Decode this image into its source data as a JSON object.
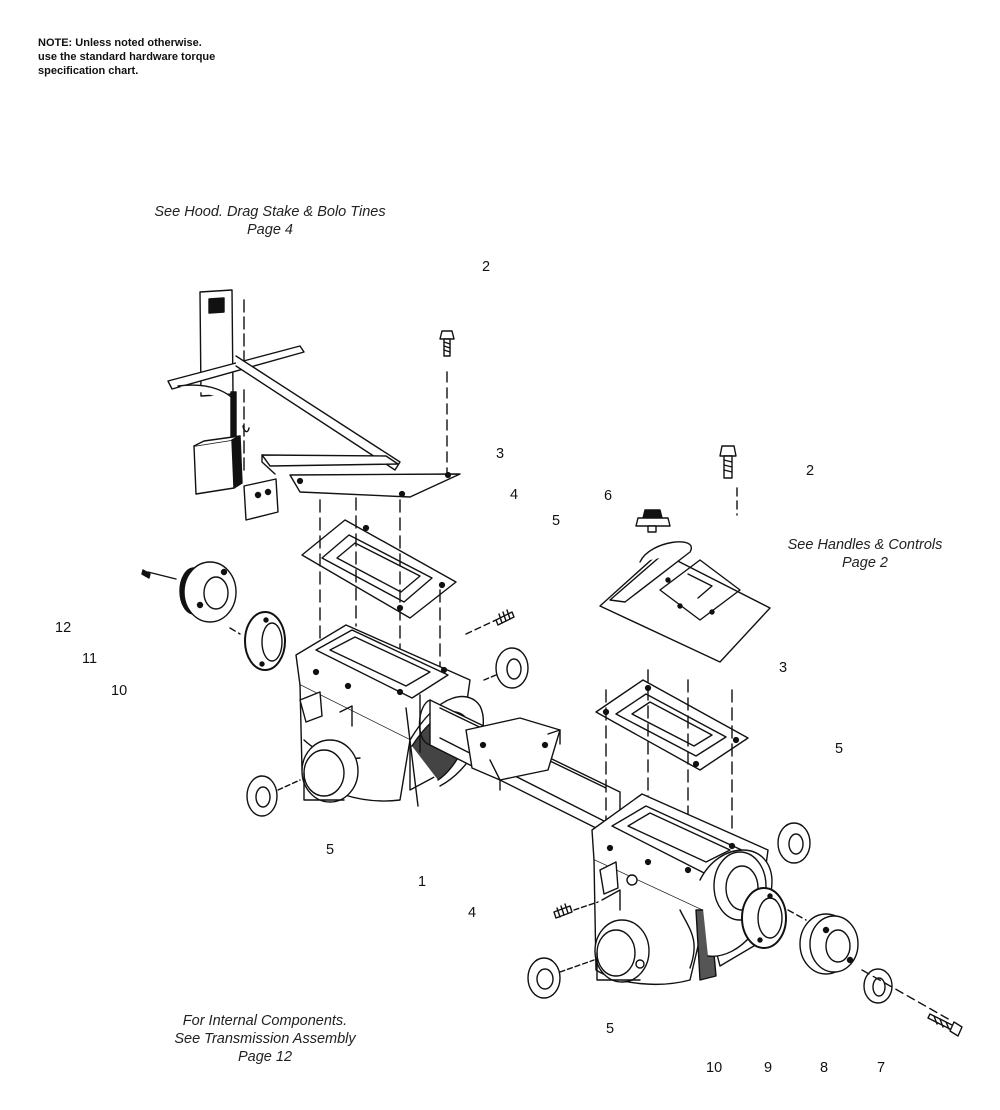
{
  "note": {
    "line1": "NOTE: Unless noted otherwise.",
    "line2": "use the standard hardware torque",
    "line3": "specification chart."
  },
  "references": {
    "hood": {
      "line1": "See Hood. Drag Stake & Bolo Tines",
      "line2": "Page 4"
    },
    "handles": {
      "line1": "See Handles & Controls",
      "line2": "Page 2"
    },
    "internal": {
      "line1": "For Internal Components.",
      "line2": "See Transmission Assembly",
      "line3": "Page 12"
    }
  },
  "callouts": {
    "c2a": "2",
    "c3a": "3",
    "c4a": "4",
    "c5a": "5",
    "c6": "6",
    "c2b": "2",
    "c12": "12",
    "c11": "11",
    "c10a": "10",
    "c3b": "3",
    "c5b": "5",
    "c5c": "5",
    "c1": "1",
    "c4b": "4",
    "c5d": "5",
    "c10b": "10",
    "c9": "9",
    "c8": "8",
    "c7": "7"
  }
}
